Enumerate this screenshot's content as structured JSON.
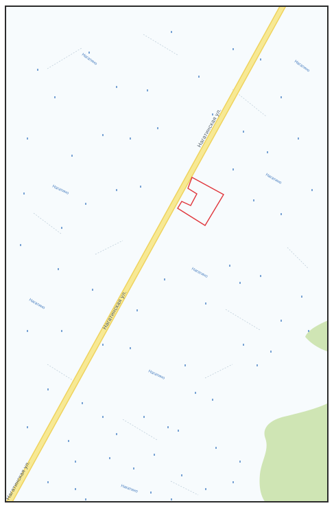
{
  "map": {
    "street_name": "Нагатинская ул.",
    "colors": {
      "background": "#f7fbfd",
      "road": "#f6e58a",
      "road_edge": "#efd35e",
      "parcel_outline": "#e0353b",
      "park": "#cfe5b4",
      "label_blue": "#4f86c6",
      "frame": "#2b2b2b"
    },
    "building_labels": [
      "Нагатино",
      "Нагатино",
      "Нагатино",
      "Нагатино",
      "Нагатино",
      "Нагатино",
      "Нагатино",
      "Нагатино"
    ],
    "features": [
      "road",
      "parcel-outline",
      "park-area",
      "building-labels"
    ]
  }
}
